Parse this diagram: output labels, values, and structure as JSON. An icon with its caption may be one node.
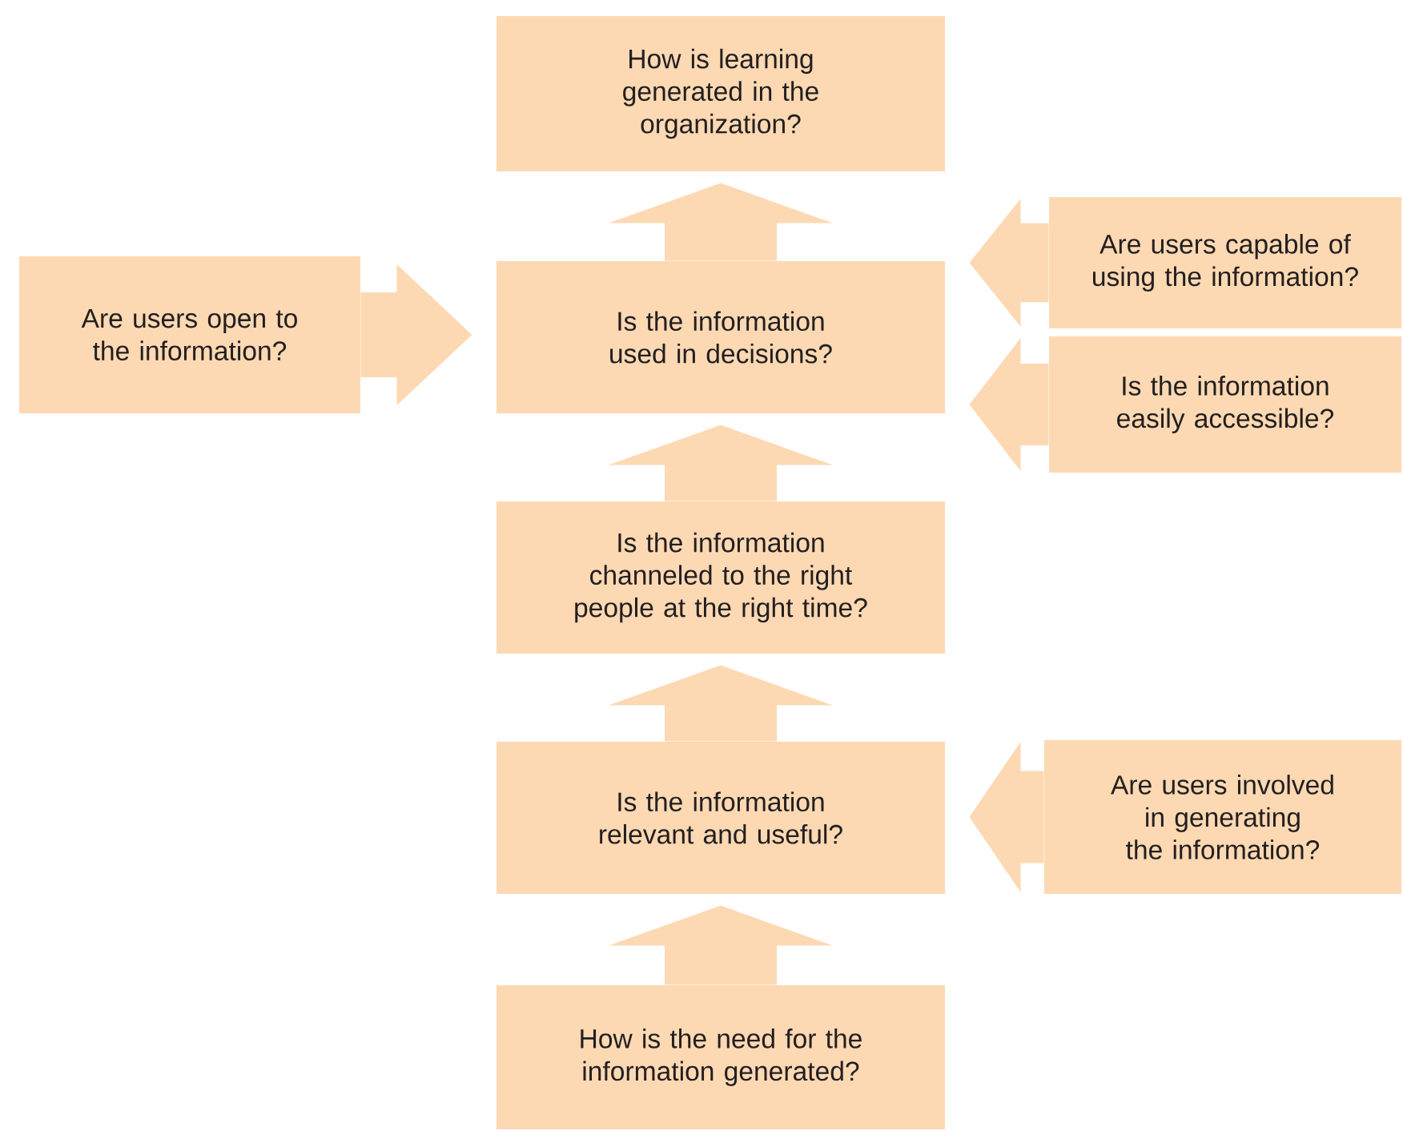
{
  "diagram": {
    "nodes": [
      {
        "text": [
          "How is learning generated in the organization?"
        ]
      },
      {
        "text": [
          "Is the information used in decisions?"
        ]
      },
      {
        "text": [
          "Are users open to the information?"
        ]
      },
      {
        "text": [
          "Are users capable of using the information?"
        ]
      },
      {
        "text": [
          "Is the information easily accessible?"
        ]
      },
      {
        "text": [
          "Is the information channeled to the right people at the right time?"
        ]
      },
      {
        "text": [
          "Is the information relevant and useful?"
        ]
      },
      {
        "text": [
          "Are users involved in generating the information?"
        ]
      },
      {
        "text": [
          "How is the need for the information generated?"
        ]
      }
    ],
    "edges": [
      {
        "from": 8,
        "to": 6,
        "arrow": "to"
      },
      {
        "from": 6,
        "to": 5,
        "arrow": "to"
      },
      {
        "from": 5,
        "to": 1,
        "arrow": "to"
      },
      {
        "from": 1,
        "to": 0,
        "arrow": "to"
      },
      {
        "from": 2,
        "to": 1,
        "arrow": "to"
      },
      {
        "from": 3,
        "to": 1,
        "arrow": "to"
      },
      {
        "from": 4,
        "to": 1,
        "arrow": "to"
      },
      {
        "from": 7,
        "to": 6,
        "arrow": "to"
      }
    ]
  }
}
